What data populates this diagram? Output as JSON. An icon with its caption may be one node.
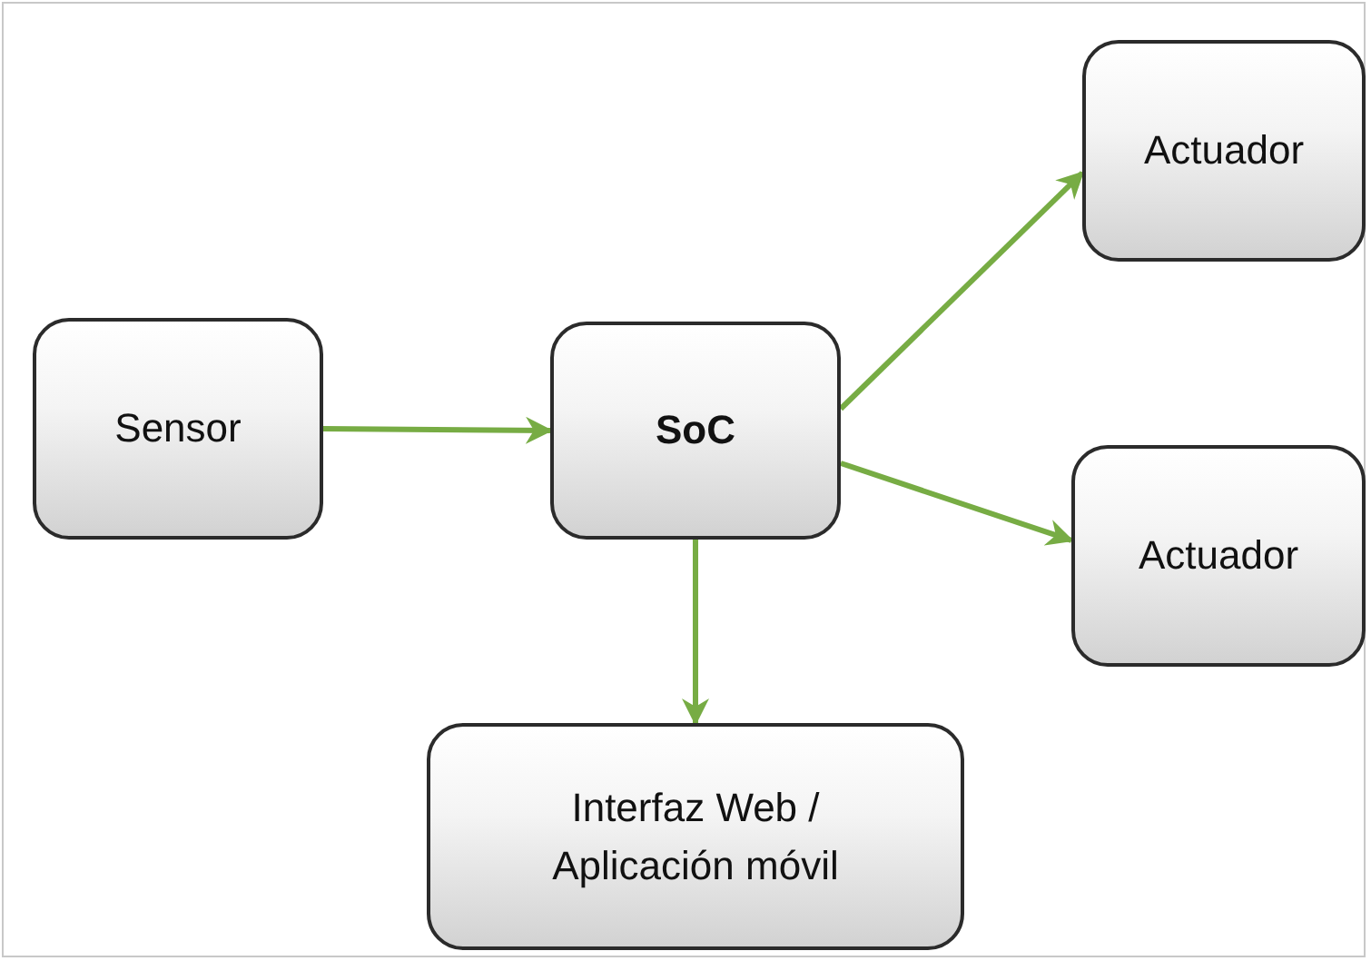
{
  "diagram": {
    "nodes": [
      {
        "text": [
          "Sensor"
        ]
      },
      {
        "text": [
          "SoC"
        ]
      },
      {
        "text": [
          "Actuador"
        ]
      },
      {
        "text": [
          "Actuador"
        ]
      },
      {
        "text": [
          "Interfaz Web / Aplicación móvil"
        ]
      }
    ],
    "edges": [
      {
        "from": 0,
        "to": 1,
        "arrow": "to"
      },
      {
        "from": 1,
        "to": 2,
        "arrow": "to"
      },
      {
        "from": 1,
        "to": 3,
        "arrow": "to"
      },
      {
        "from": 1,
        "to": 4,
        "arrow": "to"
      }
    ]
  }
}
